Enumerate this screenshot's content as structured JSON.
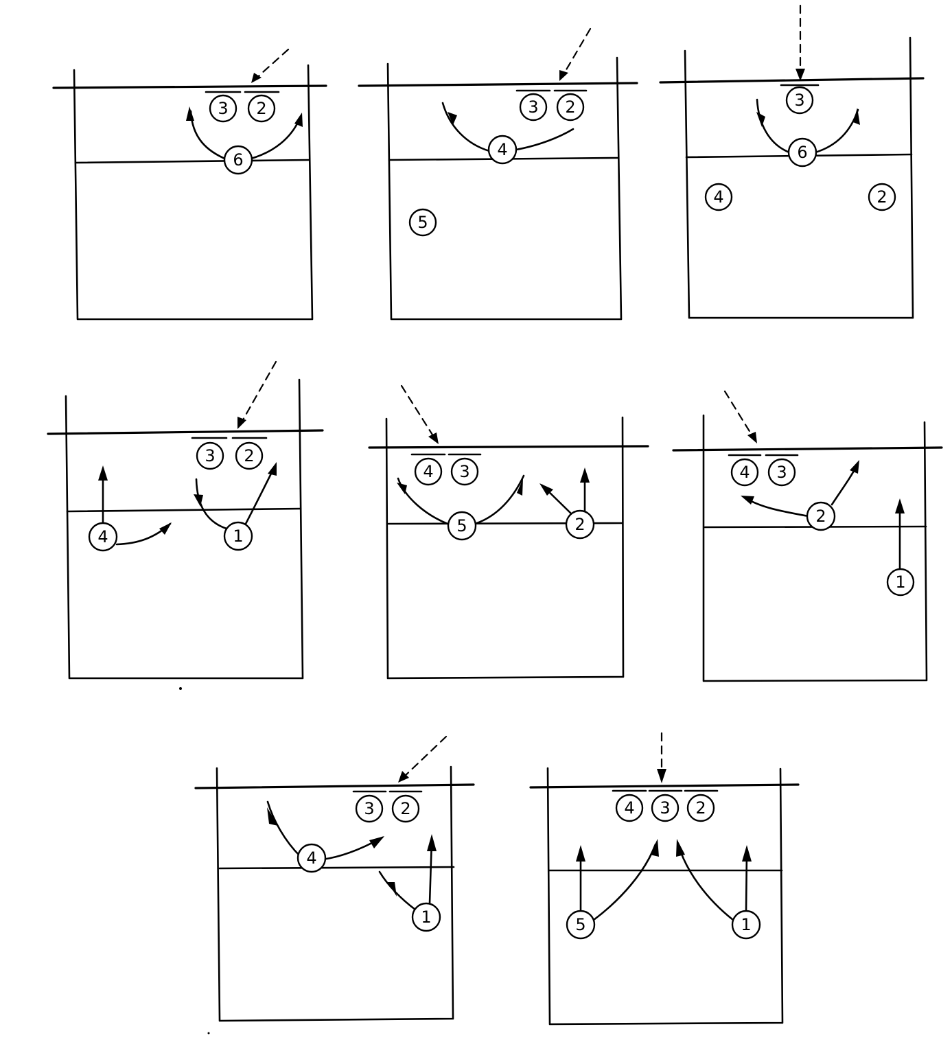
{
  "figure": {
    "panels": [
      {
        "id": "d1",
        "blockers": [
          "3",
          "2"
        ],
        "players": [
          {
            "label": "6"
          }
        ],
        "movements": [
          "6 arcs left",
          "6 arcs right"
        ]
      },
      {
        "id": "d2",
        "blockers": [
          "3",
          "2"
        ],
        "players": [
          {
            "label": "4"
          },
          {
            "label": "5"
          }
        ],
        "movements": [
          "4 arcs left",
          "4 arcs right"
        ]
      },
      {
        "id": "d3",
        "blockers": [
          "3"
        ],
        "players": [
          {
            "label": "6"
          },
          {
            "label": "4"
          },
          {
            "label": "2"
          }
        ],
        "movements": [
          "6 arcs left",
          "6 arcs right"
        ]
      },
      {
        "id": "d4",
        "blockers": [
          "3",
          "2"
        ],
        "players": [
          {
            "label": "4"
          },
          {
            "label": "1"
          }
        ],
        "movements": [
          "4 forward",
          "4 right",
          "1 left",
          "1 right"
        ]
      },
      {
        "id": "d5",
        "blockers": [
          "4",
          "3"
        ],
        "players": [
          {
            "label": "5"
          },
          {
            "label": "2"
          }
        ],
        "movements": [
          "5 arcs left",
          "5 arcs right",
          "2 forward",
          "2 left"
        ]
      },
      {
        "id": "d6",
        "blockers": [
          "4",
          "3"
        ],
        "players": [
          {
            "label": "2"
          },
          {
            "label": "1"
          }
        ],
        "movements": [
          "2 left",
          "2 right",
          "1 forward"
        ]
      },
      {
        "id": "d7",
        "blockers": [
          "3",
          "2"
        ],
        "players": [
          {
            "label": "4"
          },
          {
            "label": "1"
          }
        ],
        "movements": [
          "4 arcs left",
          "4 arcs right",
          "1 forward",
          "1 left"
        ]
      },
      {
        "id": "d8",
        "blockers": [
          "4",
          "3",
          "2"
        ],
        "players": [
          {
            "label": "5"
          },
          {
            "label": "1"
          }
        ],
        "movements": [
          "5 forward",
          "5 to center",
          "1 forward",
          "1 to center"
        ]
      }
    ]
  }
}
